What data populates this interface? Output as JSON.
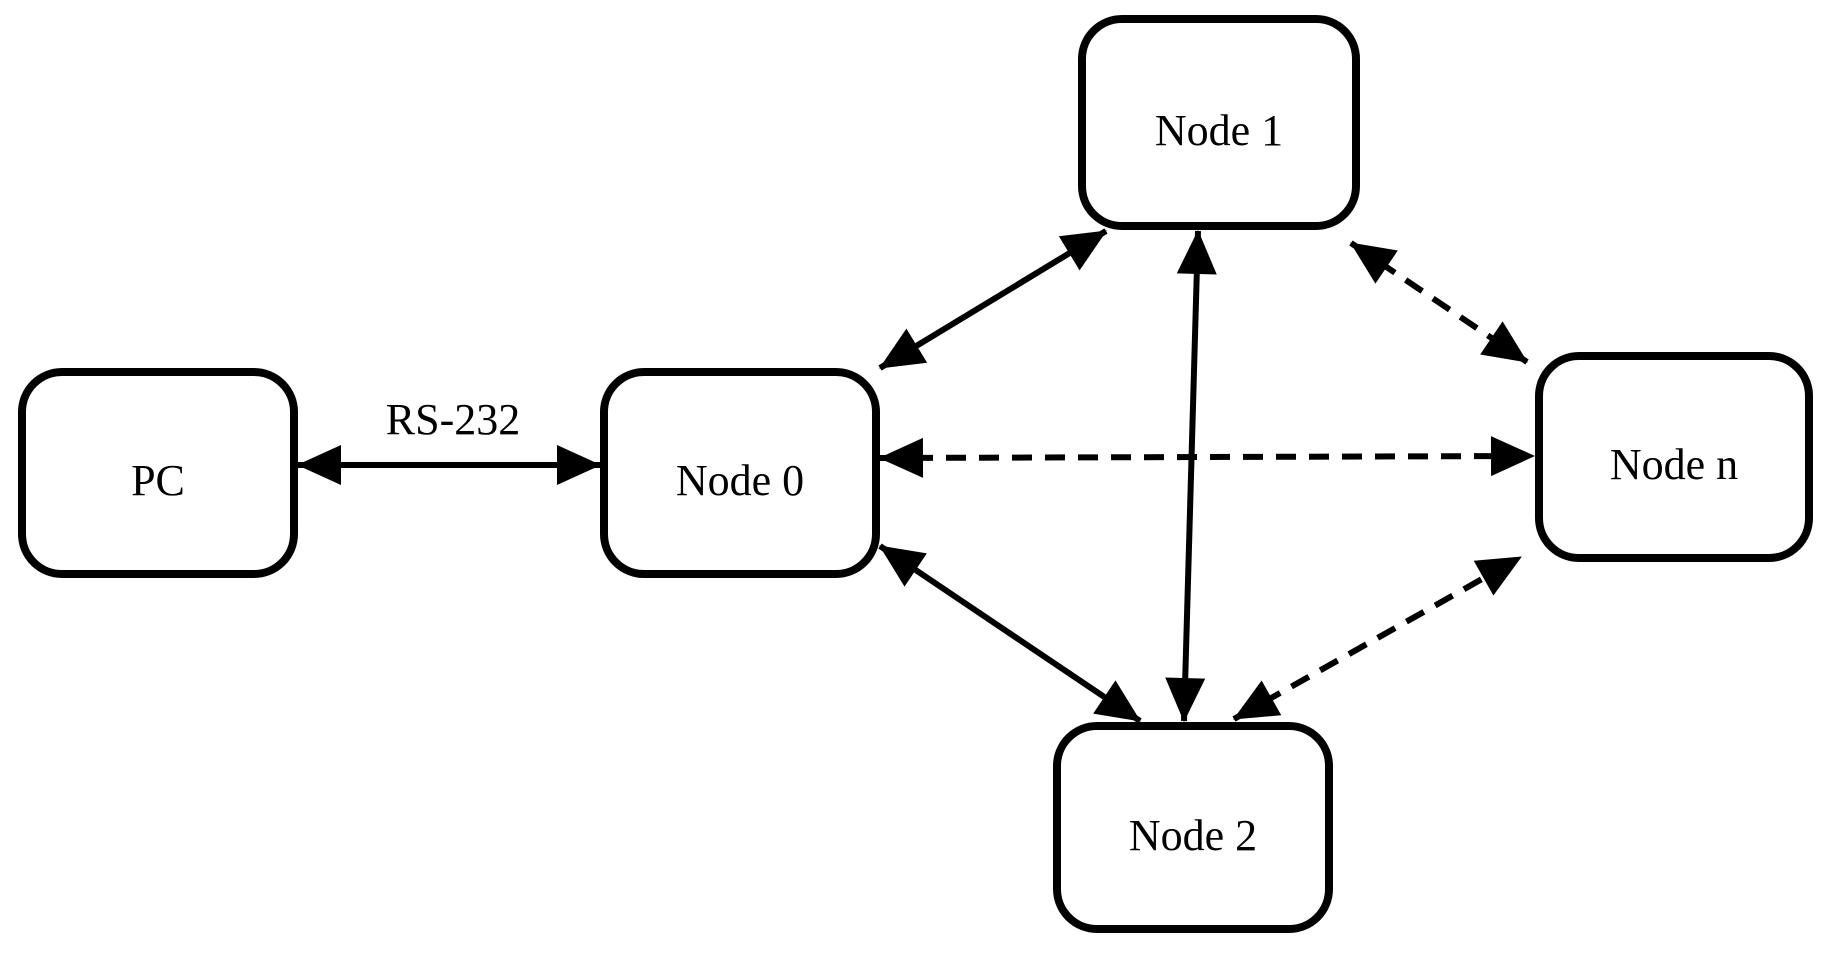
{
  "diagram": {
    "background_color": "#ffffff",
    "stroke_color": "#000000",
    "nodes": [
      {
        "id": "pc",
        "label": "PC"
      },
      {
        "id": "node0",
        "label": "Node 0"
      },
      {
        "id": "node1",
        "label": "Node 1"
      },
      {
        "id": "node2",
        "label": "Node 2"
      },
      {
        "id": "noden",
        "label": "Node n"
      }
    ],
    "edges": [
      {
        "from": "PC",
        "to": "Node 0",
        "style": "solid",
        "direction": "bidirectional",
        "label": "RS-232"
      },
      {
        "from": "Node 0",
        "to": "Node 1",
        "style": "solid",
        "direction": "bidirectional",
        "label": ""
      },
      {
        "from": "Node 1",
        "to": "Node 2",
        "style": "solid",
        "direction": "bidirectional",
        "label": ""
      },
      {
        "from": "Node 0",
        "to": "Node 2",
        "style": "solid",
        "direction": "bidirectional",
        "label": ""
      },
      {
        "from": "Node 0",
        "to": "Node n",
        "style": "dashed",
        "direction": "bidirectional",
        "label": ""
      },
      {
        "from": "Node 1",
        "to": "Node n",
        "style": "dashed",
        "direction": "bidirectional",
        "label": ""
      },
      {
        "from": "Node 2",
        "to": "Node n",
        "style": "dashed",
        "direction": "bidirectional",
        "label": ""
      }
    ]
  }
}
